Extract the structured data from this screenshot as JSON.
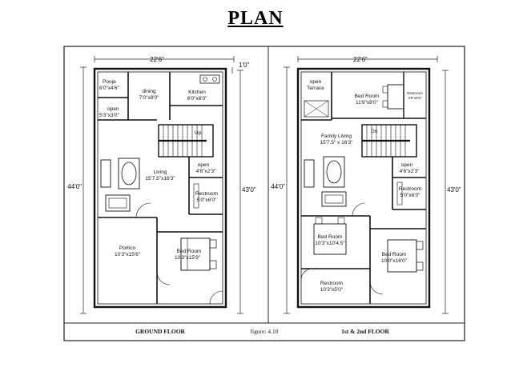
{
  "title": "PLAN",
  "figure_label": "figure: 4.10",
  "ground_floor": {
    "caption": "GROUND FLOOR",
    "width_dim": "22'6\"",
    "depth_dim_left": "44'0\"",
    "depth_dim_right": "43'0\"",
    "offset_dim": "1'0\"",
    "rooms": {
      "pooja": "Pooja",
      "pooja_size": "6'0\"x4'6\"",
      "dining": "dining",
      "dining_size": "7'0\"x8'0\"",
      "kitchen": "Kitchen",
      "kitchen_size": "8'0\"x8'0\"",
      "open_top": "open",
      "open_top_size": "5'3\"x3'0\"",
      "up": "Up",
      "living": "Living",
      "living_size": "15'7.5\"x16'3\"",
      "open_mid": "open",
      "open_mid_size": "4'6\"x2'3\"",
      "restroom": "Restroom",
      "restroom_size": "5'0\"x6'0\"",
      "portico": "Portico",
      "portico_size": "10'3\"x15'6\"",
      "bedroom": "Bed Room",
      "bedroom_size": "10'3\"x15'9\""
    }
  },
  "upper_floor": {
    "caption": "1st & 2nd FLOOR",
    "width_dim": "22'6\"",
    "depth_dim_left": "44'0\"",
    "depth_dim_right": "43'0\"",
    "rooms": {
      "open_terrace": "open",
      "open_terrace_2": "Terrace",
      "bedroom_top": "Bed Room",
      "bedroom_top_size": "11'6\"x8'0\"",
      "restroom_top": "Restroom",
      "restroom_top_size": "3'9\"x6'0\"",
      "family_living": "Family Living",
      "family_living_size": "15'7.5\" x 16'3\"",
      "dn": "Dn",
      "open_mid": "open",
      "open_mid_size": "4'6\"x2'3\"",
      "restroom_mid": "Restroom",
      "restroom_mid_size": "5'0\"x6'0\"",
      "bedroom_left": "Bed Room",
      "bedroom_left_size": "10'3\"x10'4.5\"",
      "bedroom_right": "Bed Room",
      "bedroom_right_size": "10'0\"x16'0\"",
      "restroom_bottom": "Restroom",
      "restroom_bottom_size": "10'3\"x5'0\""
    }
  }
}
